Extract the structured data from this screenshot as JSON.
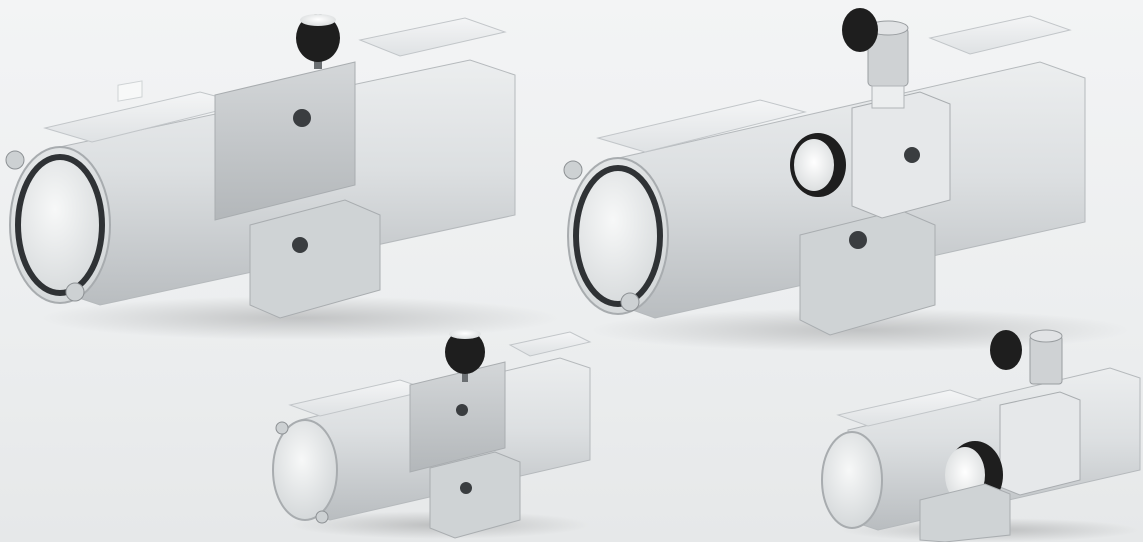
{
  "scene": {
    "background_color": "#eef0f1",
    "body_color": "#d9dcde",
    "body_shade_color": "#c3c7ca",
    "gauge_color": "#1e1e1e",
    "products": [
      {
        "name": "large-booster-with-gauge"
      },
      {
        "name": "large-booster-with-regulator-and-gauges"
      },
      {
        "name": "small-booster-with-gauge"
      },
      {
        "name": "small-booster-with-regulator-and-gauges"
      }
    ]
  }
}
